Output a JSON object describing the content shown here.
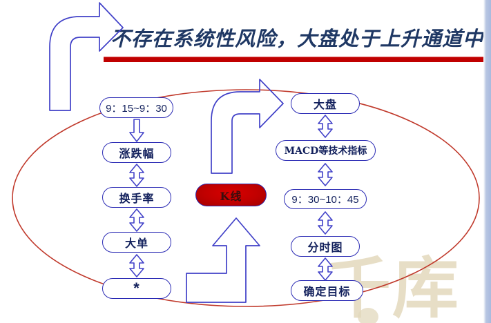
{
  "title": {
    "text": "不存在系统性风险，大盘处于上升通道中",
    "color": "#1F3864",
    "rule_color": "#C00000"
  },
  "colors": {
    "node_border": "#2A2AB4",
    "node_text": "#12205C",
    "ellipse": "#C0392B",
    "kline_fill": "#C00000",
    "arrow_outline": "#4040C8",
    "watermark": "#E3D9BD"
  },
  "ellipse": {
    "name": "red-ellipse-outline"
  },
  "left_column": {
    "nodes": [
      {
        "label": "9：15~9：30",
        "kind": "time"
      },
      {
        "label": "涨跌幅",
        "kind": "text"
      },
      {
        "label": "换手率",
        "kind": "text"
      },
      {
        "label": "大单",
        "kind": "text"
      },
      {
        "label": "*",
        "kind": "star"
      }
    ],
    "connectors": [
      {
        "direction": "down"
      },
      {
        "direction": "both"
      },
      {
        "direction": "both"
      },
      {
        "direction": "both"
      }
    ]
  },
  "right_column": {
    "nodes": [
      {
        "label": "大盘",
        "kind": "text"
      },
      {
        "label": "MACD等技术指标",
        "kind": "wide"
      },
      {
        "label": "9：30~10：45",
        "kind": "time"
      },
      {
        "label": "分时图",
        "kind": "text"
      },
      {
        "label": "确定目标",
        "kind": "text"
      }
    ],
    "connectors": [
      {
        "direction": "both"
      },
      {
        "direction": "both"
      },
      {
        "direction": "both"
      },
      {
        "direction": "both"
      }
    ]
  },
  "center": {
    "kline_label": "K线"
  },
  "big_arrows": [
    {
      "name": "bent-arrow-to-title",
      "direction": "up-right"
    },
    {
      "name": "bent-arrow-to-market",
      "direction": "up-right"
    },
    {
      "name": "bent-arrow-to-kline",
      "direction": "up"
    }
  ],
  "watermark": {
    "text": "千库"
  }
}
